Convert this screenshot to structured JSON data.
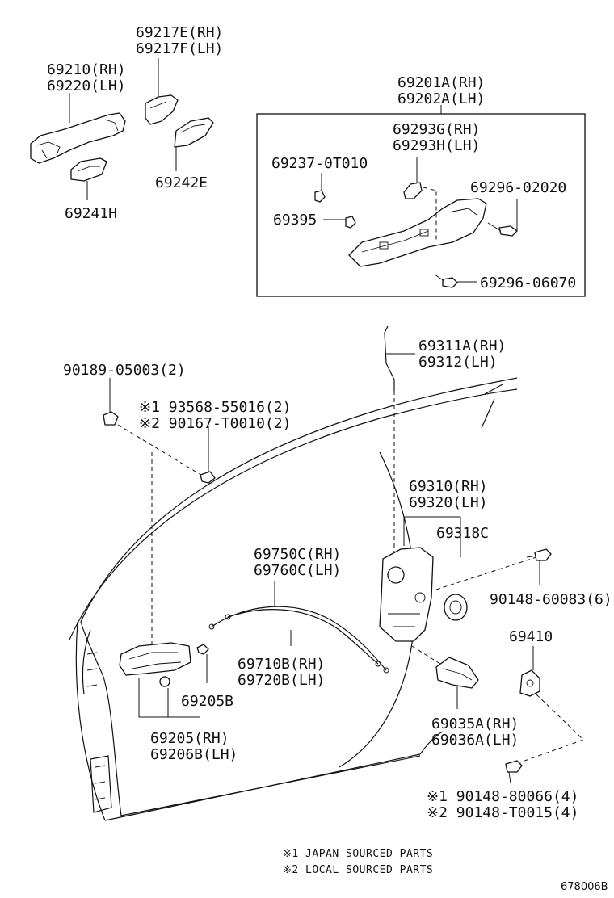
{
  "labels": {
    "p69217": [
      "69217E(RH)",
      "69217F(LH)"
    ],
    "p69210": [
      "69210(RH)",
      "69220(LH)"
    ],
    "p69242": "69242E",
    "p69241": "69241H",
    "p69201": [
      "69201A(RH)",
      "69202A(LH)"
    ],
    "p69293": [
      "69293G(RH)",
      "69293H(LH)"
    ],
    "p69237": "69237-0T010",
    "p69296a": "69296-02020",
    "p69395": "69395",
    "p69296b": "69296-06070",
    "p69311": [
      "69311A(RH)",
      "69312(LH)"
    ],
    "p90189": "90189-05003(2)",
    "p93568": "※1 93568-55016(2)",
    "p90167": "※2 90167-T0010(2)",
    "p69310": [
      "69310(RH)",
      "69320(LH)"
    ],
    "p69318": "69318C",
    "p90148a": "90148-60083(6)",
    "p69750": [
      "69750C(RH)",
      "69760C(LH)"
    ],
    "p69410": "69410",
    "p69710": [
      "69710B(RH)",
      "69720B(LH)"
    ],
    "p69205b": "69205B",
    "p69035": [
      "69035A(RH)",
      "69036A(LH)"
    ],
    "p69205": [
      "69205(RH)",
      "69206B(LH)"
    ],
    "p90148b": "※1 90148-80066(4)",
    "p90148c": "※2 90148-T0015(4)"
  },
  "notes": {
    "japan": "※1 JAPAN SOURCED PARTS",
    "local": "※2 LOCAL SOURCED PARTS"
  },
  "catalog_id": "678006B"
}
